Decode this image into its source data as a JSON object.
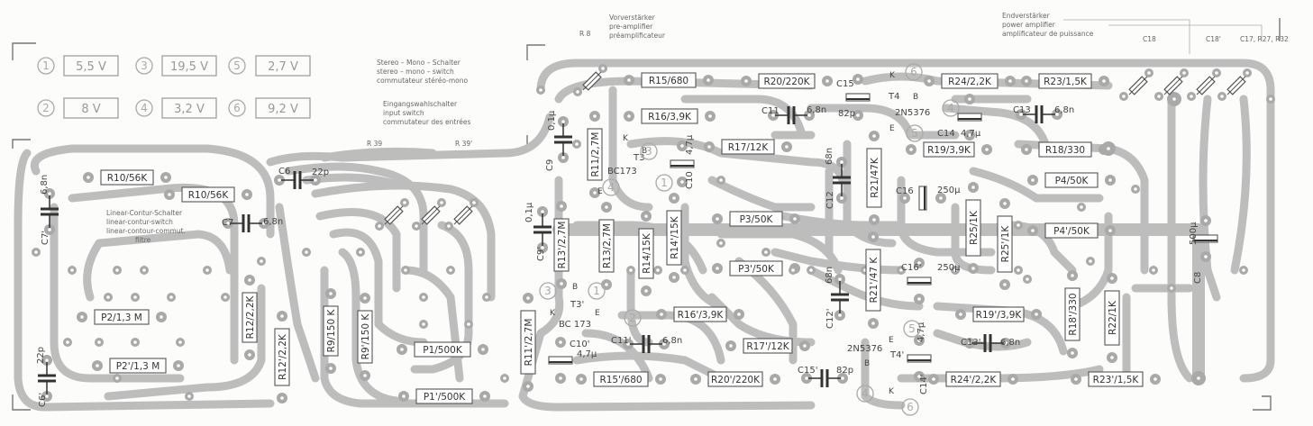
{
  "legend": {
    "items": [
      {
        "num": "1",
        "volt": "5,5 V"
      },
      {
        "num": "3",
        "volt": "19,5 V"
      },
      {
        "num": "5",
        "volt": "2,7 V"
      },
      {
        "num": "2",
        "volt": "8 V"
      },
      {
        "num": "4",
        "volt": "3,2 V"
      },
      {
        "num": "6",
        "volt": "9,2 V"
      }
    ]
  },
  "notes": {
    "preamp": [
      "Vorverstärker",
      "pre-amplifier",
      "préamplificateur"
    ],
    "poweramp": [
      "Endverstärker",
      "power amplifier",
      "amplificateur de puissance"
    ],
    "stereo": [
      "Stereo – Mono – Schalter",
      "stereo – mono – switch",
      "commutateur stéréo-mono"
    ],
    "input": [
      "Eingangswahlschalter",
      "input switch",
      "commutateur des entrées"
    ],
    "linear": [
      "Linear-Contur-Schalter",
      "linear-contur-switch",
      "linear-contour-commut.",
      "filtre"
    ]
  },
  "references": {
    "r8": "R 8",
    "r39": "R 39",
    "r39p": "R 39'",
    "c18": "C18",
    "c18p": "C18'",
    "c17": "C17, R27, R32"
  },
  "components": {
    "r10": "R10/56K",
    "r10p": "R10/56K",
    "c6": "C6",
    "c6v": "22p",
    "c7": "C7",
    "c7v": "6,8n",
    "c7p": "C7'",
    "c7pv": "6,8n",
    "c6p": "C6'",
    "c6pv": "22p",
    "p2": "P2/1,3 M",
    "p2p": "P2'/1,3 M",
    "r12": "R12/2,2K",
    "r12p": "R12'/2,2K",
    "r9": "R9/150 K",
    "r9p": "R9'/150 K",
    "p1": "P1/500K",
    "p1p": "P1'/500K",
    "c9": "C9",
    "c9v": "0,1µ",
    "c9p": "C9'",
    "c9pv": "0,1µ",
    "r11": "R11/2,7M",
    "r13": "R13/2,7M",
    "r13p": "R13'/2,7M",
    "r11p": "R11'/2,7M",
    "r14": "R14/15K",
    "r14p": "R14'/15K",
    "t3": "T3",
    "t3p": "T3'",
    "bc173": "BC173",
    "bc173p": "BC 173",
    "c10": "C10",
    "c10v": "4,7µ",
    "c10p": "C10'",
    "c10pv": "4,7µ",
    "r15": "R15/680",
    "r16": "R16/3,9K",
    "r17": "R17/12K",
    "r20": "R20/220K",
    "c11": "C11",
    "c11v": "6,8n",
    "p3": "P3/50K",
    "p3p": "P3'/50K",
    "r16p": "R16'/3,9K",
    "r17p": "R17'/12K",
    "c11p": "C11'",
    "c11pv": "6,8n",
    "r15p": "R15'/680",
    "r20p": "R20'/220K",
    "c15": "C15",
    "c15v": "82p",
    "c15p": "C15'",
    "c15pv": "82p",
    "t4": "T4",
    "t4p": "T4'",
    "n2n": "2N5376",
    "n2np": "2N5376",
    "c12": "C12",
    "c12v": "68n",
    "c12p": "C12'",
    "c12pv": "68n",
    "r21": "R21/47K",
    "r21p": "R21'/47 K",
    "r24": "R24/2,2K",
    "r23": "R23/1,5K",
    "c14": "C14",
    "c14v": "4,7µ",
    "c13": "C13",
    "c13v": "6,8n",
    "r19": "R19/3,9K",
    "r18": "R18/330",
    "c16": "C16",
    "c16v": "250µ",
    "c16p": "C16'",
    "c16pv": "250µ",
    "p4": "P4/50K",
    "p4p": "P4'/50K",
    "r25": "R25/1K",
    "r25p": "R25'/1K",
    "r19p": "R19'/3,9K",
    "r18p": "R18'/330",
    "c13p": "C13'",
    "c13pv": "6,8n",
    "c14p": "C14'",
    "c14pv": "4,7µ",
    "r24p": "R24'/2,2K",
    "r23p": "R23'/1,5K",
    "r22": "R22/1K",
    "c8": "C8",
    "c8v": "500µ",
    "b": "B",
    "e": "E",
    "k": "K"
  },
  "colors": {
    "trace": "#bdbdbd",
    "pad": "#a9a9a9",
    "ink": "#333333",
    "muted": "#aaaaaa",
    "background": "#fcfcfb"
  }
}
